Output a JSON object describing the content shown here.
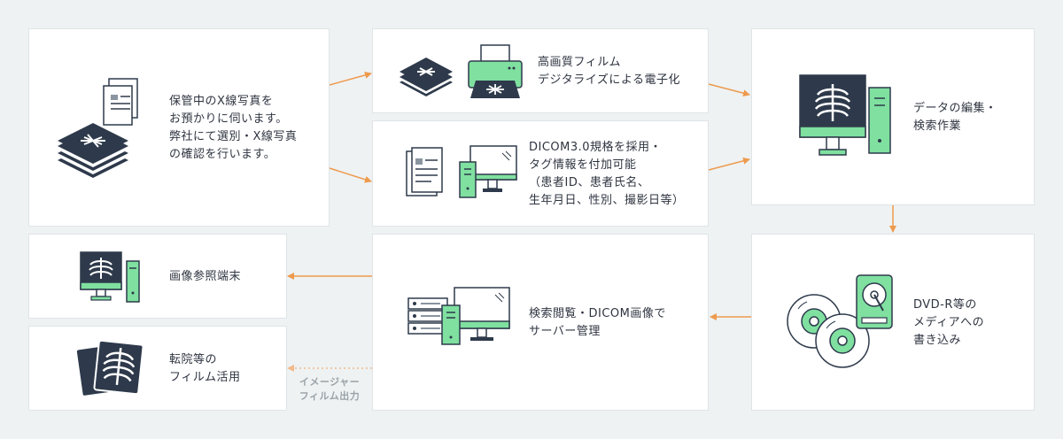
{
  "nodes": {
    "storage": {
      "text": "保管中のX線写真を\nお預かりに伺います。\n弊社にて選別・X線写真\nの確認を行います。"
    },
    "digitize": {
      "text": "高画質フィルム\nデジタライズによる電子化"
    },
    "dicom_tag": {
      "text": "DICOM3.0規格を採用・\nタグ情報を付加可能\n（患者ID、患者氏名、\n生年月日、性別、撮影日等）"
    },
    "edit": {
      "text": "データの編集・\n検索作業"
    },
    "terminal": {
      "text": "画像参照端末"
    },
    "transfer": {
      "text": "転院等の\nフィルム活用"
    },
    "browse": {
      "text": "検索閲覧・DICOM画像で\nサーバー管理"
    },
    "dvd": {
      "text": "DVD-R等の\nメディアへの\n書き込み"
    }
  },
  "film_output_label": "イメージャー\nフィルム出力",
  "colors": {
    "accent": "#ee9a4d",
    "green": "#7fe0a0",
    "dark": "#2e3a4b",
    "dotted": "#f2b98a"
  },
  "icons": [
    "film-stack-icon",
    "document-icon",
    "printer-icon",
    "monitor-icon",
    "tower-pc-icon",
    "server-icon",
    "disc-icon",
    "hard-drive-icon",
    "xray-film-icon"
  ]
}
